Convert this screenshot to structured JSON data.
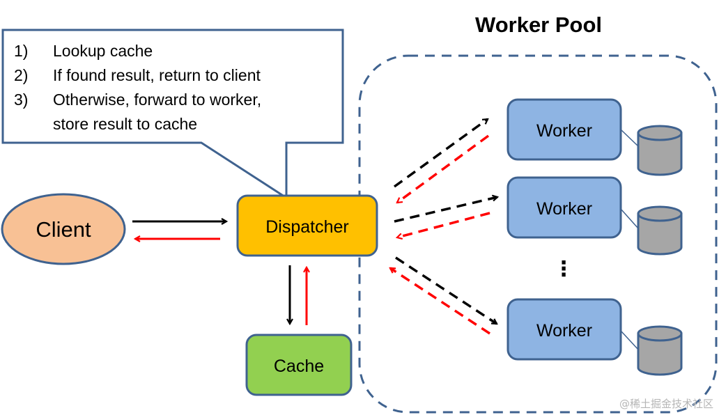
{
  "pool_title": "Worker Pool",
  "note": {
    "items": [
      {
        "num": "1)",
        "text": "Lookup cache"
      },
      {
        "num": "2)",
        "text": "If found result, return to client"
      },
      {
        "num": "3)",
        "text": "Otherwise, forward to worker,"
      },
      {
        "num": "",
        "text": "store result to cache"
      }
    ]
  },
  "nodes": {
    "client": "Client",
    "dispatcher": "Dispatcher",
    "cache": "Cache",
    "workers": [
      "Worker",
      "Worker",
      "Worker"
    ],
    "ellipsis": "⋮"
  },
  "colors": {
    "client_fill": "#F8C195",
    "dispatcher_fill": "#FFC000",
    "cache_fill": "#92D050",
    "worker_fill": "#8EB4E3",
    "db_fill": "#A6A6A6",
    "border": "#3F628F",
    "request_arrow": "#000000",
    "response_arrow": "#FF0000"
  },
  "watermark": "@稀土掘金技术社区"
}
